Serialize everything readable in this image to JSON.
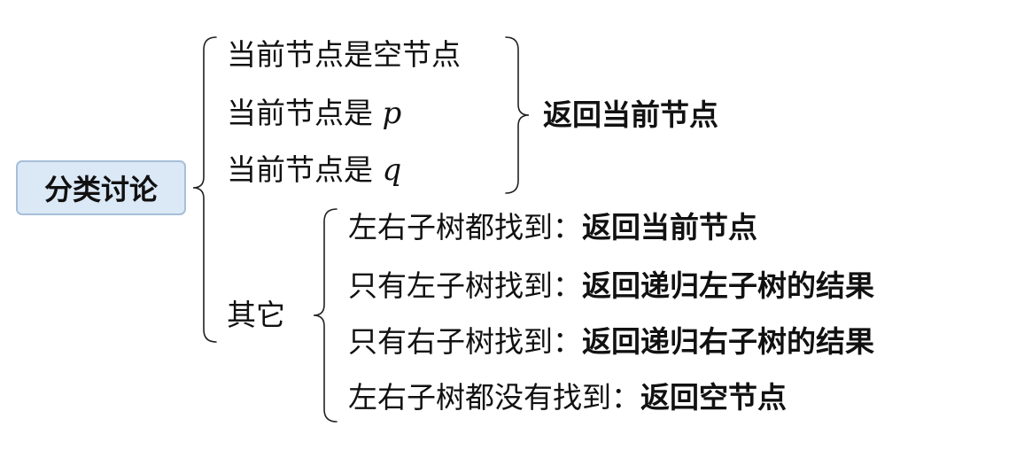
{
  "root": {
    "label": "分类讨论"
  },
  "group1": {
    "cases": [
      {
        "text": "当前节点是空节点",
        "var": ""
      },
      {
        "text": "当前节点是 ",
        "var": "p"
      },
      {
        "text": "当前节点是 ",
        "var": "q"
      }
    ],
    "result": "返回当前节点"
  },
  "group2": {
    "label": "其它",
    "cases": [
      {
        "condition": "左右子树都找到：",
        "result": "返回当前节点"
      },
      {
        "condition": "只有左子树找到：",
        "result": "返回递归左子树的结果"
      },
      {
        "condition": "只有右子树找到：",
        "result": "返回递归右子树的结果"
      },
      {
        "condition": "左右子树都没有找到：",
        "result": "返回空节点"
      }
    ]
  }
}
